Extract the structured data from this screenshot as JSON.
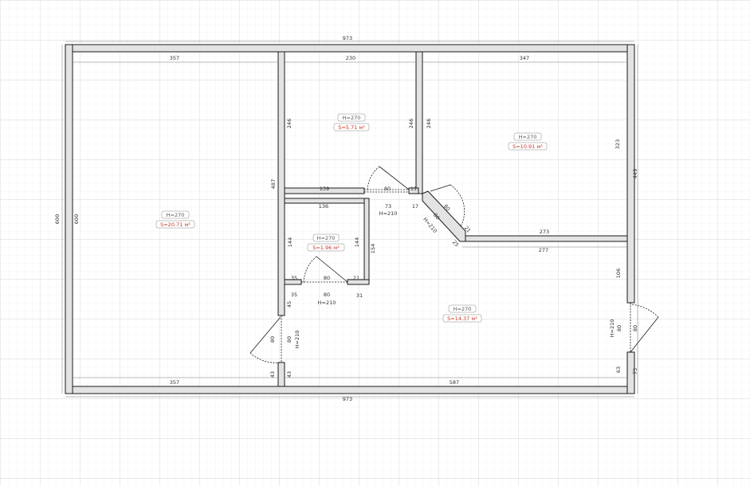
{
  "colors": {
    "wall_fill": "#e3e3e3",
    "wall_stroke": "#1a1a1a",
    "grid_minor": "#ebebeb",
    "grid_major": "#d6d6d6",
    "area_text": "#c0392b",
    "height_text": "#555555"
  },
  "rooms": [
    {
      "height": "H=270",
      "area": "S=20.71 м²"
    },
    {
      "height": "H=270",
      "area": "S=5.71 м²"
    },
    {
      "height": "H=270",
      "area": "S=10.91 м²"
    },
    {
      "height": "H=270",
      "area": "S=1.96 м²"
    },
    {
      "height": "H=270",
      "area": "S=14.37 м²"
    }
  ],
  "dimensions": {
    "d0": "973",
    "d1": "357",
    "d2": "230",
    "d3": "347",
    "d4": "357",
    "d5": "587",
    "d6": "973",
    "d7": "600",
    "d8": "600",
    "d9": "487",
    "d10": "246",
    "d11": "246",
    "d12": "246",
    "d13": "323",
    "d14": "449",
    "d15": "139",
    "d16": "80",
    "d17": "11",
    "d18": "73",
    "d19": "H=210",
    "d20": "17",
    "d21": "136",
    "d22": "144",
    "d23": "144",
    "d24": "154",
    "d25": "35",
    "d26": "80",
    "d27": "21",
    "d28": "35",
    "d29": "80",
    "d30": "31",
    "d31": "H=210",
    "d32": "45",
    "d33": "80",
    "d34": "80",
    "d35": "H=210",
    "d36": "43",
    "d37": "43",
    "d38": "80",
    "d39": "80",
    "d40": "H=210",
    "d41": "21",
    "d42": "25",
    "d43": "273",
    "d44": "277",
    "d45": "106",
    "d46": "H=210",
    "d47": "80",
    "d48": "80",
    "d49": "63",
    "d50": "73"
  }
}
